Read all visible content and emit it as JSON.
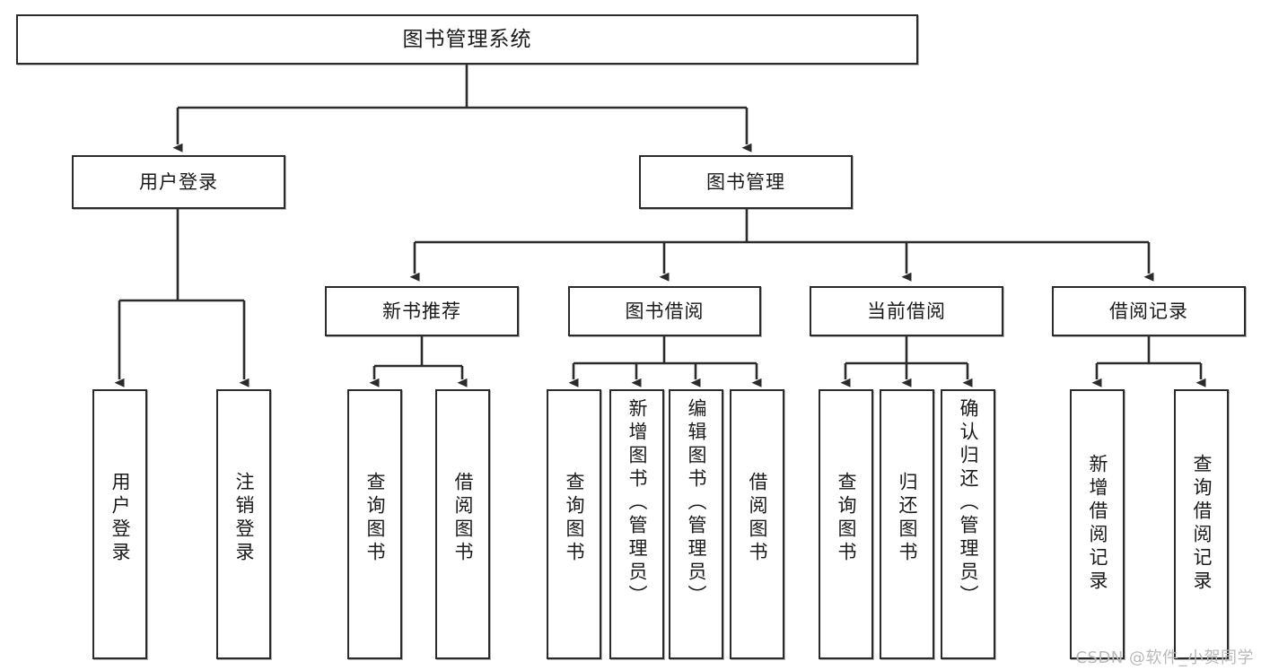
{
  "diagram": {
    "title": "图书管理系统",
    "type": "tree-hierarchy",
    "watermark": "CSDN @软件_小贺同学",
    "root": {
      "label": "图书管理系统"
    },
    "level1": [
      {
        "label": "用户登录"
      },
      {
        "label": "图书管理"
      }
    ],
    "level2": [
      {
        "label": "新书推荐"
      },
      {
        "label": "图书借阅"
      },
      {
        "label": "当前借阅"
      },
      {
        "label": "借阅记录"
      }
    ],
    "leaves": {
      "user_login": [
        {
          "label": "用户登录"
        },
        {
          "label": "注销登录"
        }
      ],
      "new_book": [
        {
          "label": "查询图书"
        },
        {
          "label": "借阅图书"
        }
      ],
      "borrow_book": [
        {
          "label": "查询图书"
        },
        {
          "label": "新增图书（管理员）"
        },
        {
          "label": "编辑图书（管理员）"
        },
        {
          "label": "借阅图书"
        }
      ],
      "current_borrow": [
        {
          "label": "查询图书"
        },
        {
          "label": "归还图书"
        },
        {
          "label": "确认归还（管理员）"
        }
      ],
      "borrow_record": [
        {
          "label": "新增借阅记录"
        },
        {
          "label": "查询借阅记录"
        }
      ]
    },
    "colors": {
      "border": "#2b2b2b",
      "fill": "#ffffff",
      "text": "#1a1a1a",
      "watermark": "#b9b9b9"
    }
  }
}
